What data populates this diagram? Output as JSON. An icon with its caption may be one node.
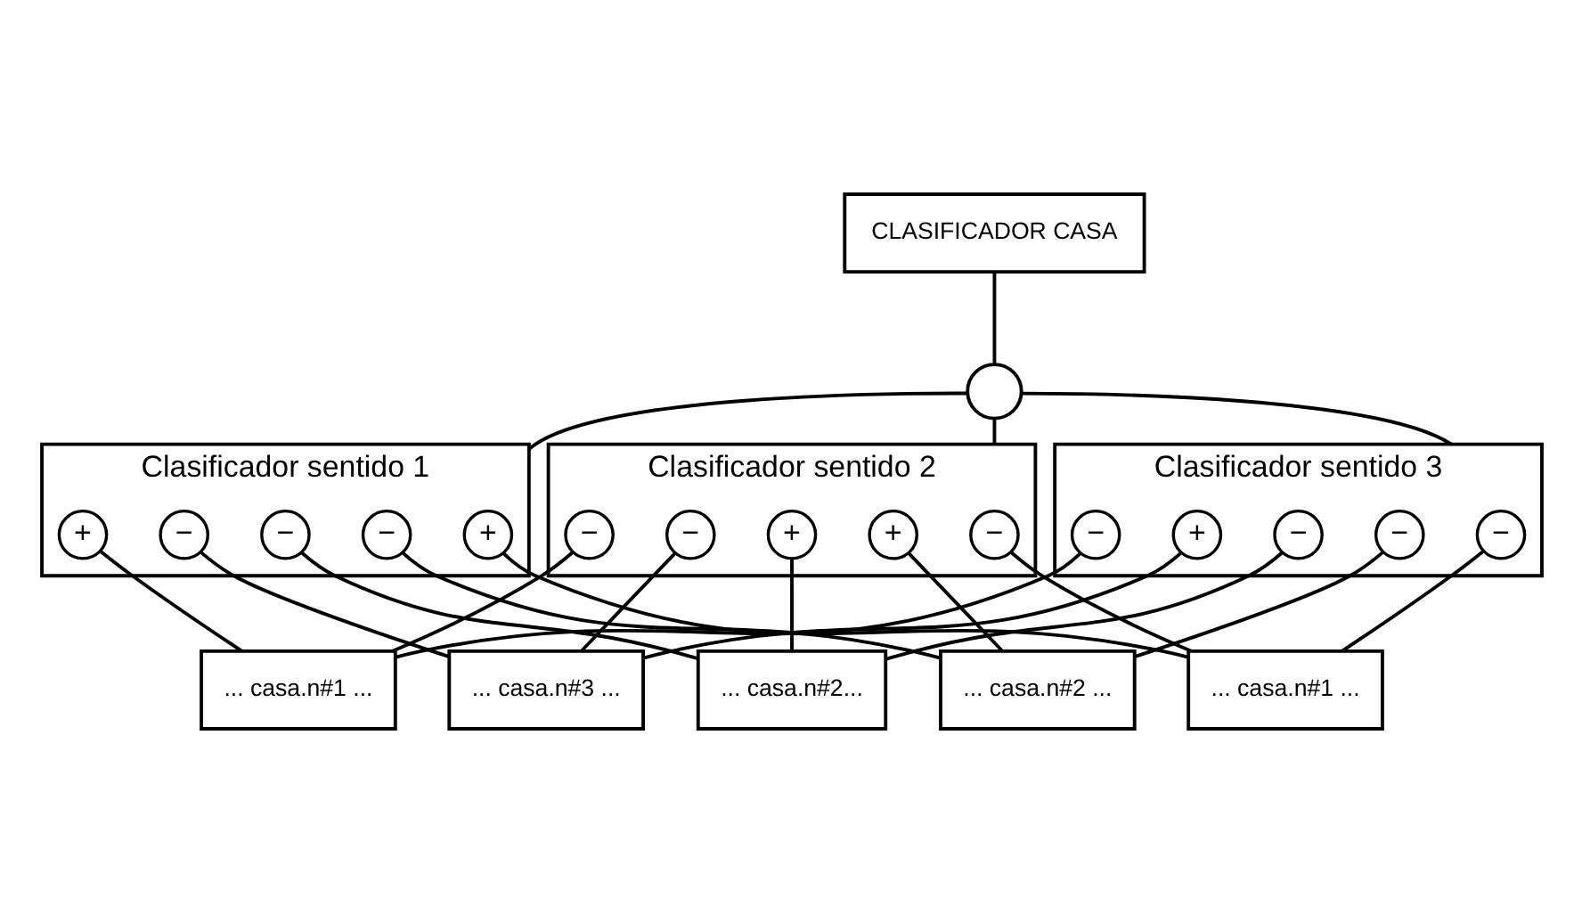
{
  "diagram": {
    "nodes": [
      {
        "text": [
          "CLASIFICADOR CASA"
        ]
      },
      {
        "text": [],
        "shape": "circle"
      },
      {
        "text": [
          "Clasificador sentido 1"
        ]
      },
      {
        "text": [
          "+"
        ],
        "in": 2
      },
      {
        "text": [
          "+"
        ],
        "in": 2
      },
      {
        "text": [
          "−"
        ],
        "in": 2
      },
      {
        "text": [
          "−"
        ],
        "in": 2
      },
      {
        "text": [
          "−"
        ],
        "in": 2
      },
      {
        "text": [
          "Clasificador sentido 2"
        ]
      },
      {
        "text": [
          "−"
        ],
        "in": 8
      },
      {
        "text": [
          "−"
        ],
        "in": 8
      },
      {
        "text": [
          "−"
        ],
        "in": 8
      },
      {
        "text": [
          "+"
        ],
        "in": 8
      },
      {
        "text": [
          "+"
        ],
        "in": 8
      },
      {
        "text": [
          "Clasificador sentido 3"
        ]
      },
      {
        "text": [
          "−"
        ],
        "in": 14
      },
      {
        "text": [
          "−"
        ],
        "in": 14
      },
      {
        "text": [
          "+"
        ],
        "in": 14
      },
      {
        "text": [
          "−"
        ],
        "in": 14
      },
      {
        "text": [
          "−"
        ],
        "in": 14
      },
      {
        "text": [
          "... casa.n#1 ..."
        ]
      },
      {
        "text": [
          "... casa.n#2..."
        ]
      },
      {
        "text": [
          "... casa.n#1 ..."
        ]
      },
      {
        "text": [
          "... casa.n#2 ..."
        ]
      },
      {
        "text": [
          "... casa.n#3 ..."
        ]
      }
    ],
    "edges": [
      {
        "from": 0,
        "to": 1,
        "arrow": "none"
      },
      {
        "from": 1,
        "to": 2,
        "arrow": "none"
      },
      {
        "from": 1,
        "to": 8,
        "arrow": "none"
      },
      {
        "from": 1,
        "to": 14,
        "arrow": "none"
      },
      {
        "from": 3,
        "to": 20,
        "arrow": "none"
      },
      {
        "from": 4,
        "to": 22,
        "arrow": "none"
      },
      {
        "from": 5,
        "to": 24,
        "arrow": "none"
      },
      {
        "from": 6,
        "to": 21,
        "arrow": "none"
      },
      {
        "from": 7,
        "to": 23,
        "arrow": "none"
      },
      {
        "from": 9,
        "to": 20,
        "arrow": "none"
      },
      {
        "from": 10,
        "to": 22,
        "arrow": "none"
      },
      {
        "from": 11,
        "to": 24,
        "arrow": "none"
      },
      {
        "from": 12,
        "to": 23,
        "arrow": "none"
      },
      {
        "from": 13,
        "to": 21,
        "arrow": "none"
      },
      {
        "from": 15,
        "to": 20,
        "arrow": "none"
      },
      {
        "from": 16,
        "to": 22,
        "arrow": "none"
      },
      {
        "from": 17,
        "to": 24,
        "arrow": "none"
      },
      {
        "from": 18,
        "to": 21,
        "arrow": "none"
      },
      {
        "from": 19,
        "to": 23,
        "arrow": "none"
      }
    ]
  }
}
